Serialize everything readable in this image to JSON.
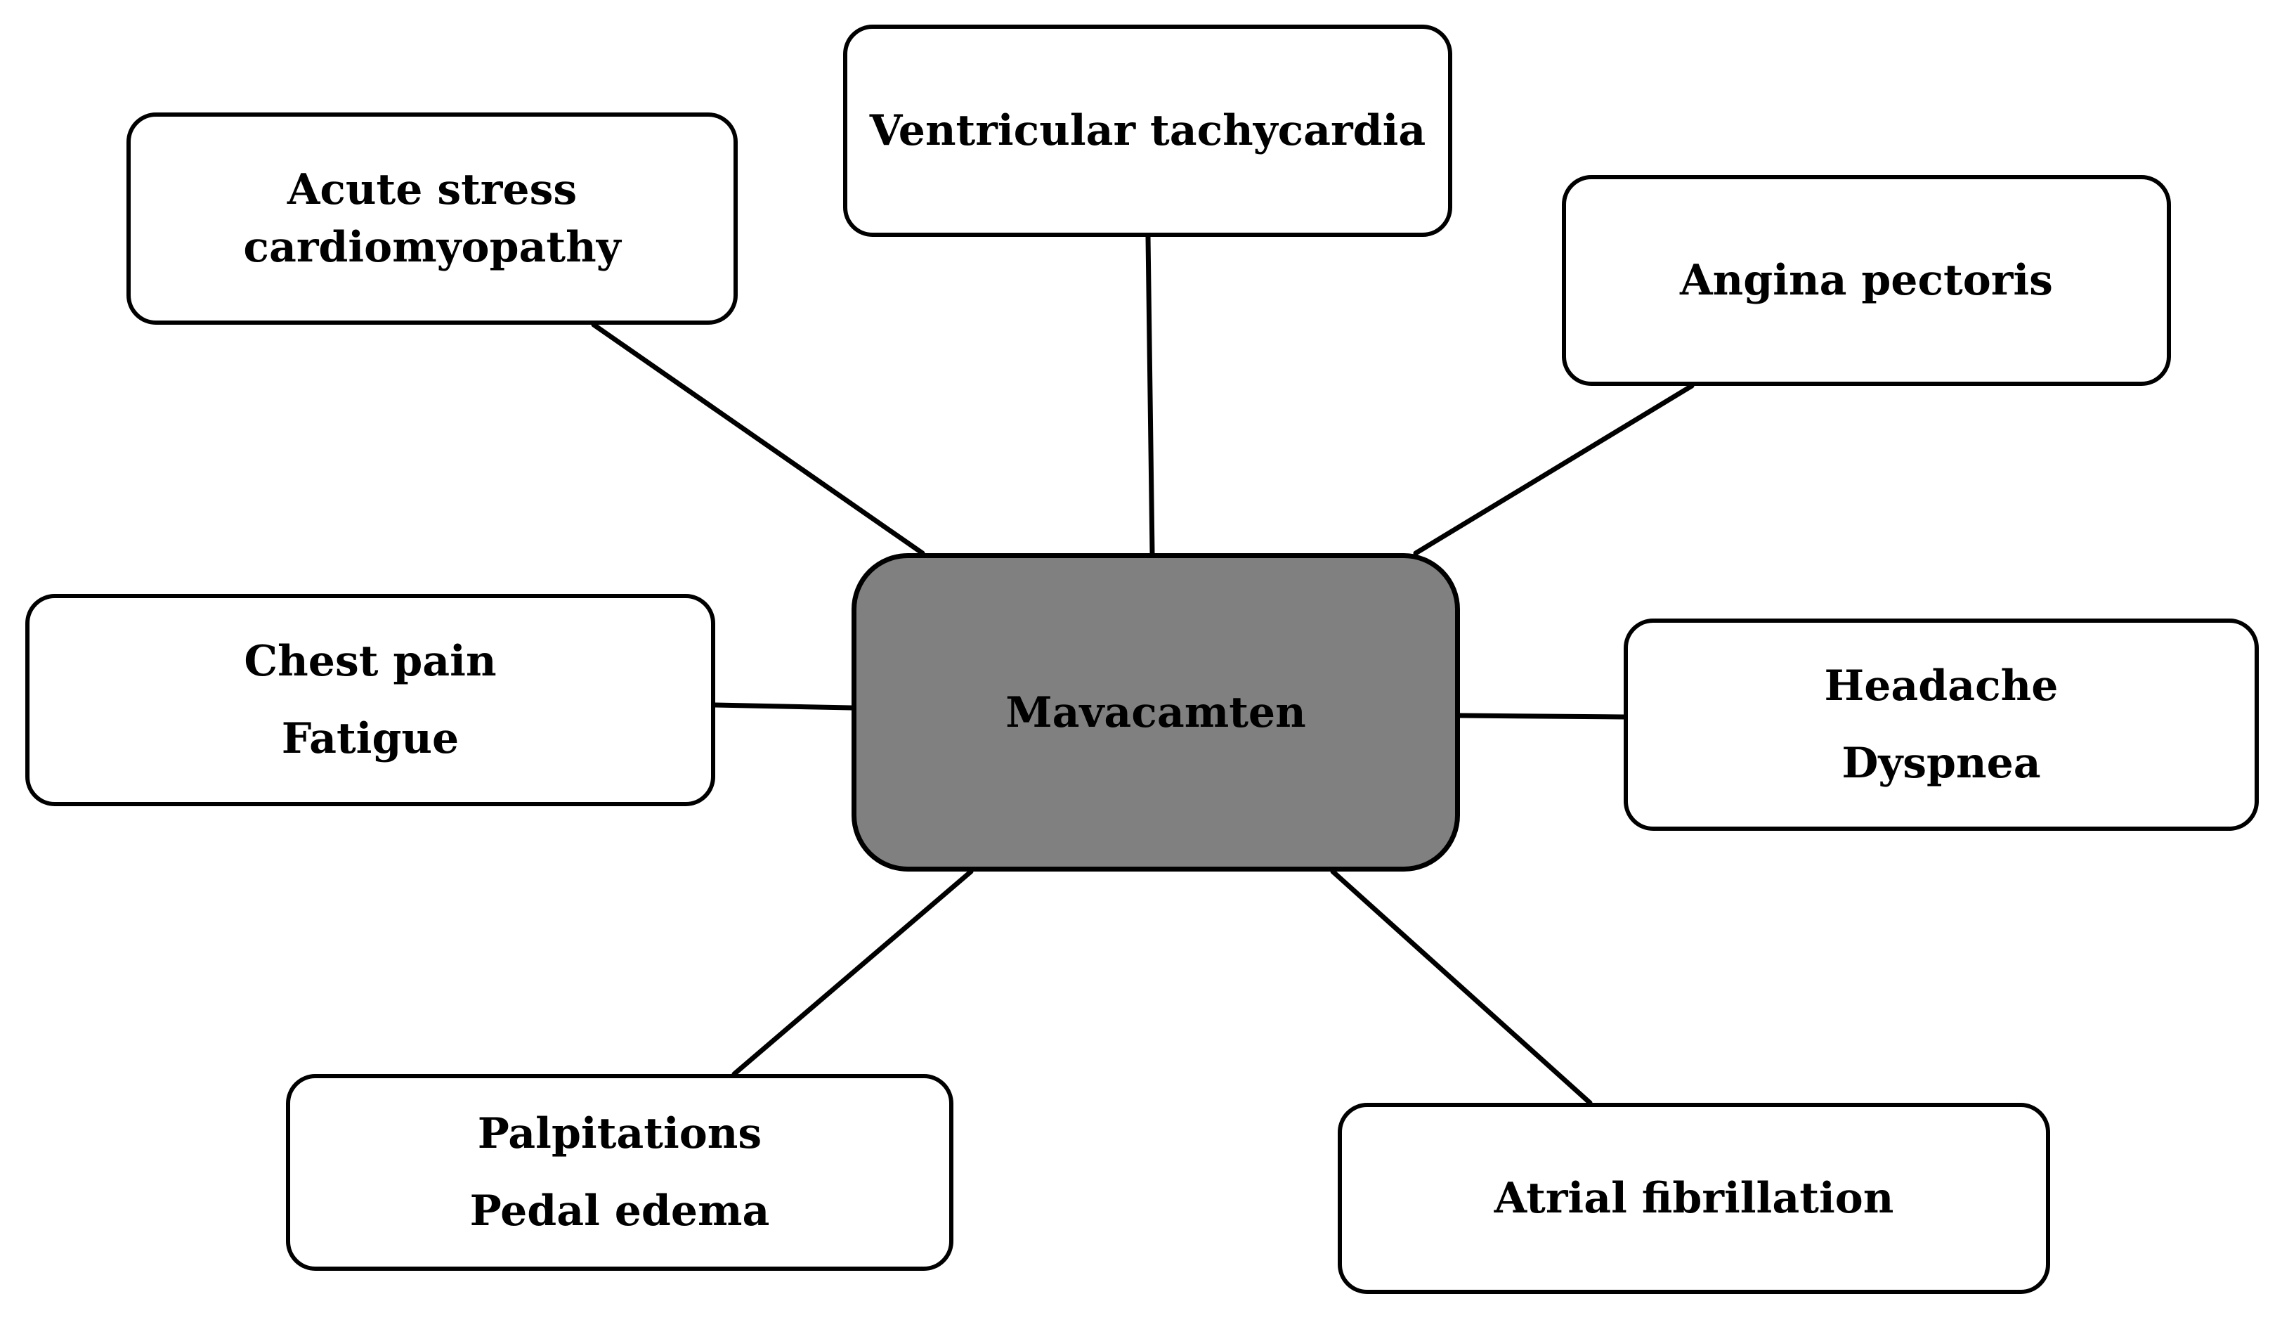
{
  "diagram": {
    "center": {
      "label": "Mavacamten"
    },
    "effects": {
      "ventricular_tachycardia": [
        "Ventricular tachycardia"
      ],
      "acute_stress": [
        "Acute stress",
        "cardiomyopathy"
      ],
      "angina": [
        "Angina pectoris"
      ],
      "chest_fatigue": [
        "Chest pain",
        "Fatigue"
      ],
      "headache_dyspnea": [
        "Headache",
        "Dyspnea"
      ],
      "palpitations_edema": [
        "Palpitations",
        "Pedal edema"
      ],
      "atrial_fibrillation": [
        "Atrial fibrillation"
      ]
    }
  }
}
